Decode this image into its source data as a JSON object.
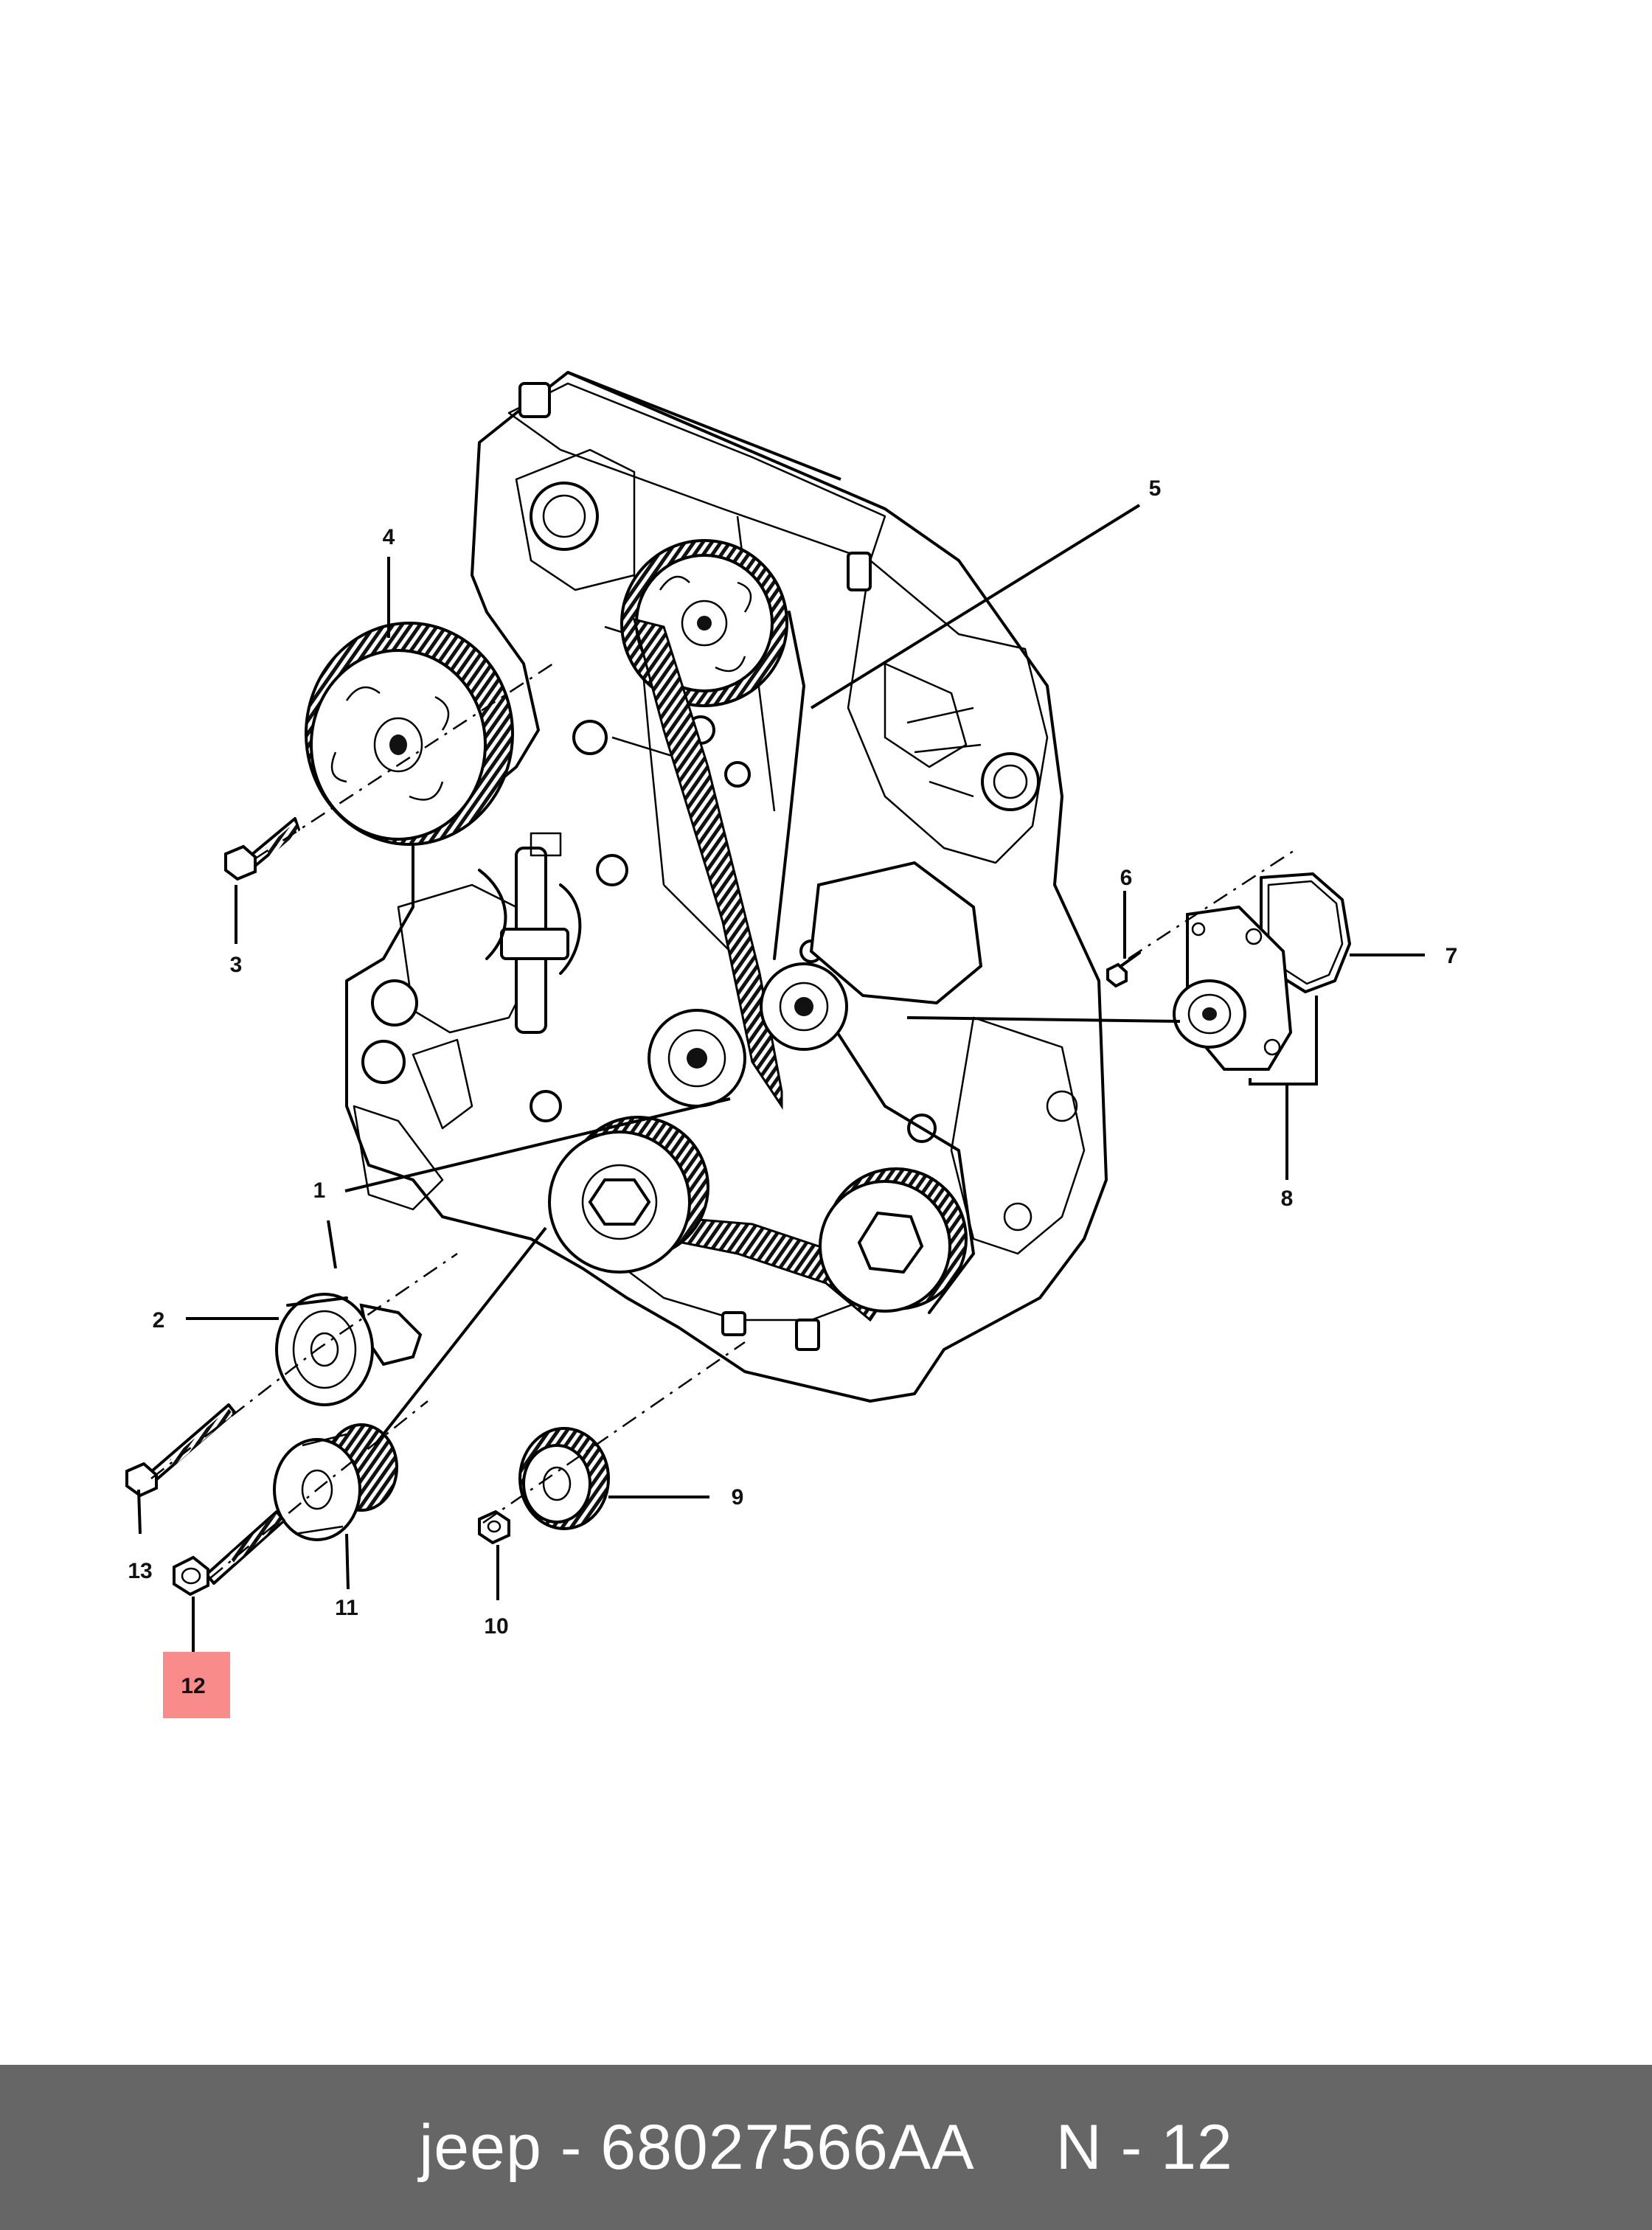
{
  "footer": {
    "brand": "jeep",
    "separator": "-",
    "part_number": "68027566AA",
    "callout_ref": "N - 12"
  },
  "highlight_color": "#f98b8b",
  "footer_color": "#666666",
  "callouts": {
    "c1": "1",
    "c2": "2",
    "c3": "3",
    "c4": "4",
    "c5": "5",
    "c6": "6",
    "c7": "7",
    "c8": "8",
    "c9": "9",
    "c10": "10",
    "c11": "11",
    "c12": "12",
    "c13": "13"
  },
  "highlighted_callout": "12"
}
